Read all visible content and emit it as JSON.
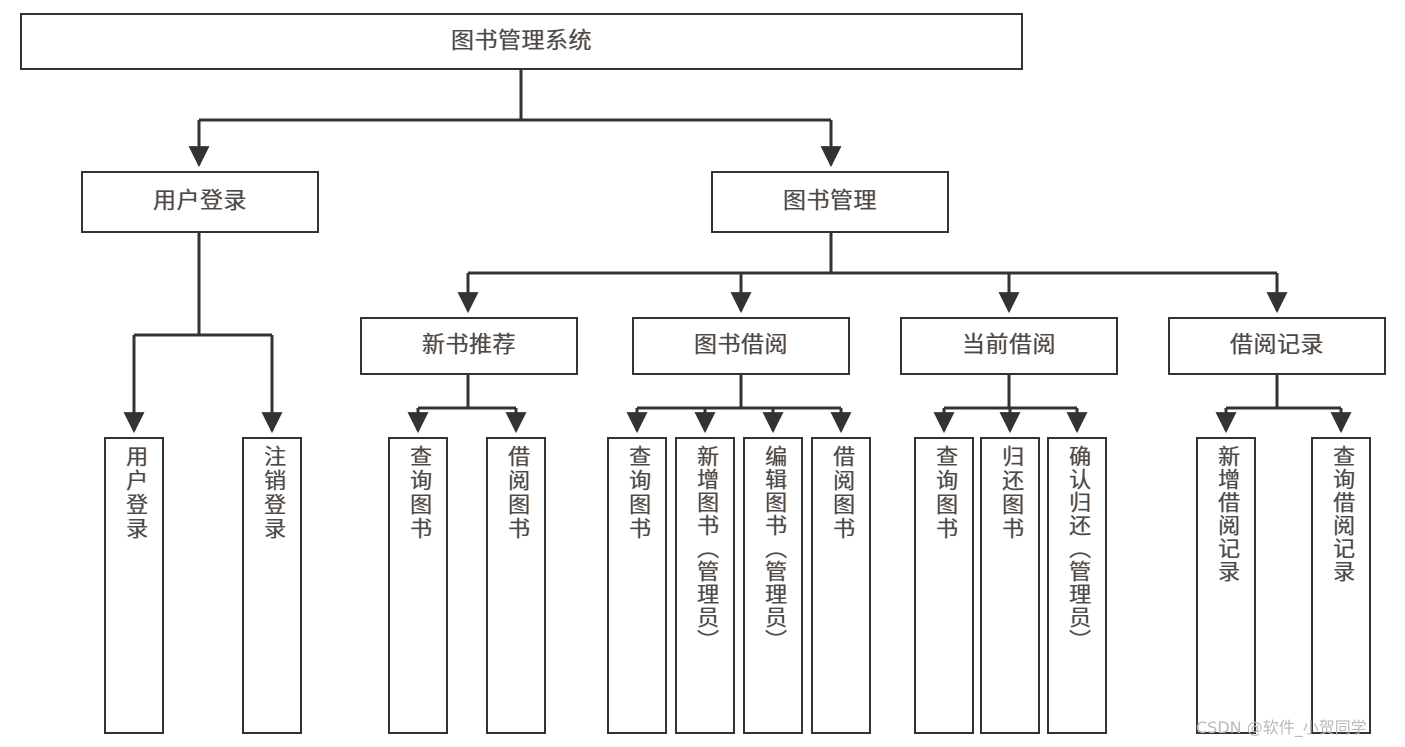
{
  "diagram": {
    "title": "图书管理系统",
    "type": "tree-hierarchy",
    "watermark": "CSDN @软件_小贺同学",
    "colors": {
      "background": "#ffffff",
      "box_border": "#333333",
      "box_fill": "#ffffff",
      "connector": "#333333",
      "label_text": "#4a4a4a",
      "watermark_text": "#b9b9b9"
    },
    "root": {
      "label": "图书管理系统"
    },
    "level2": [
      {
        "label": "用户登录"
      },
      {
        "label": "图书管理"
      }
    ],
    "level3": [
      {
        "label": "新书推荐"
      },
      {
        "label": "图书借阅"
      },
      {
        "label": "当前借阅"
      },
      {
        "label": "借阅记录"
      }
    ],
    "leaves": {
      "user_login": [
        {
          "label": "用户登录"
        },
        {
          "label": "注销登录"
        }
      ],
      "new_book_recommend": [
        {
          "label": "查询图书"
        },
        {
          "label": "借阅图书"
        }
      ],
      "book_borrow": [
        {
          "label": "查询图书"
        },
        {
          "label": "新增图书（管理员）"
        },
        {
          "label": "编辑图书（管理员）"
        },
        {
          "label": "借阅图书"
        }
      ],
      "current_borrow": [
        {
          "label": "查询图书"
        },
        {
          "label": "归还图书"
        },
        {
          "label": "确认归还（管理员）"
        }
      ],
      "borrow_record": [
        {
          "label": "新增借阅记录"
        },
        {
          "label": "查询借阅记录"
        }
      ]
    }
  }
}
